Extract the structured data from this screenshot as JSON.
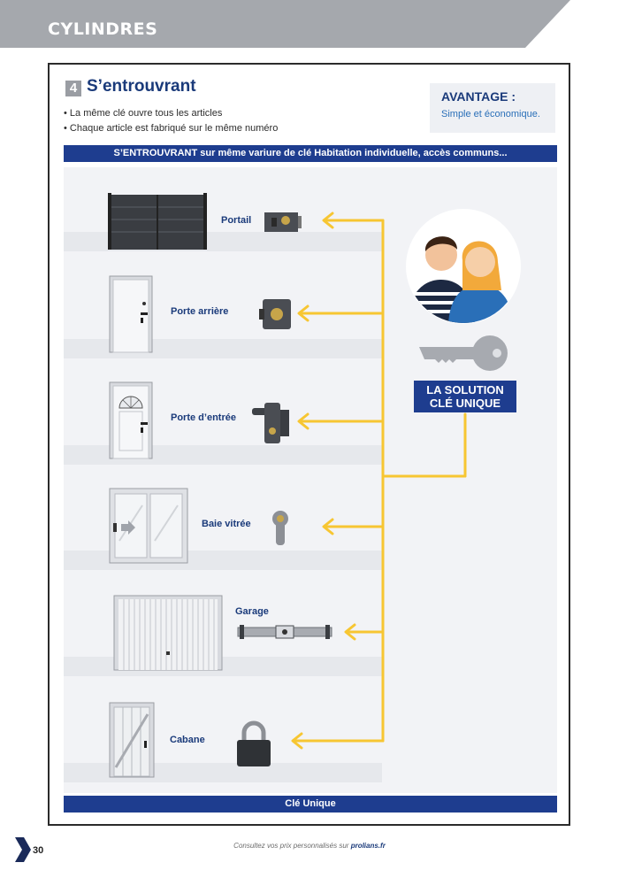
{
  "header": {
    "title": "CYLINDRES"
  },
  "section": {
    "number": "4",
    "title": "S’entrouvrant",
    "bullets": [
      "La même clé ouvre tous les articles",
      "Chaque article est fabriqué sur le même numéro"
    ]
  },
  "advantage": {
    "title": "AVANTAGE :",
    "text": "Simple et économique."
  },
  "banner_top": "S’ENTROUVRANT sur même variure de clé Habitation individuelle, accès communs...",
  "items": [
    {
      "label": "Portail",
      "icon": "gate-icon"
    },
    {
      "label": "Porte arrière",
      "icon": "back-door-icon"
    },
    {
      "label": "Porte d’entrée",
      "icon": "front-door-icon"
    },
    {
      "label": "Baie vitrée",
      "icon": "sliding-window-icon"
    },
    {
      "label": "Garage",
      "icon": "garage-door-icon"
    },
    {
      "label": "Cabane",
      "icon": "shed-door-icon"
    }
  ],
  "solution": {
    "line1": "LA SOLUTION",
    "line2": "CLÉ UNIQUE"
  },
  "banner_bottom": "Clé Unique",
  "footer": {
    "note_prefix": "Consultez vos prix personnalisés sur ",
    "site": "prolians.fr",
    "page_number": "30"
  },
  "colors": {
    "navy": "#1e3d8f",
    "arrow_yellow": "#f7c632",
    "header_gray": "#9a9da3"
  }
}
